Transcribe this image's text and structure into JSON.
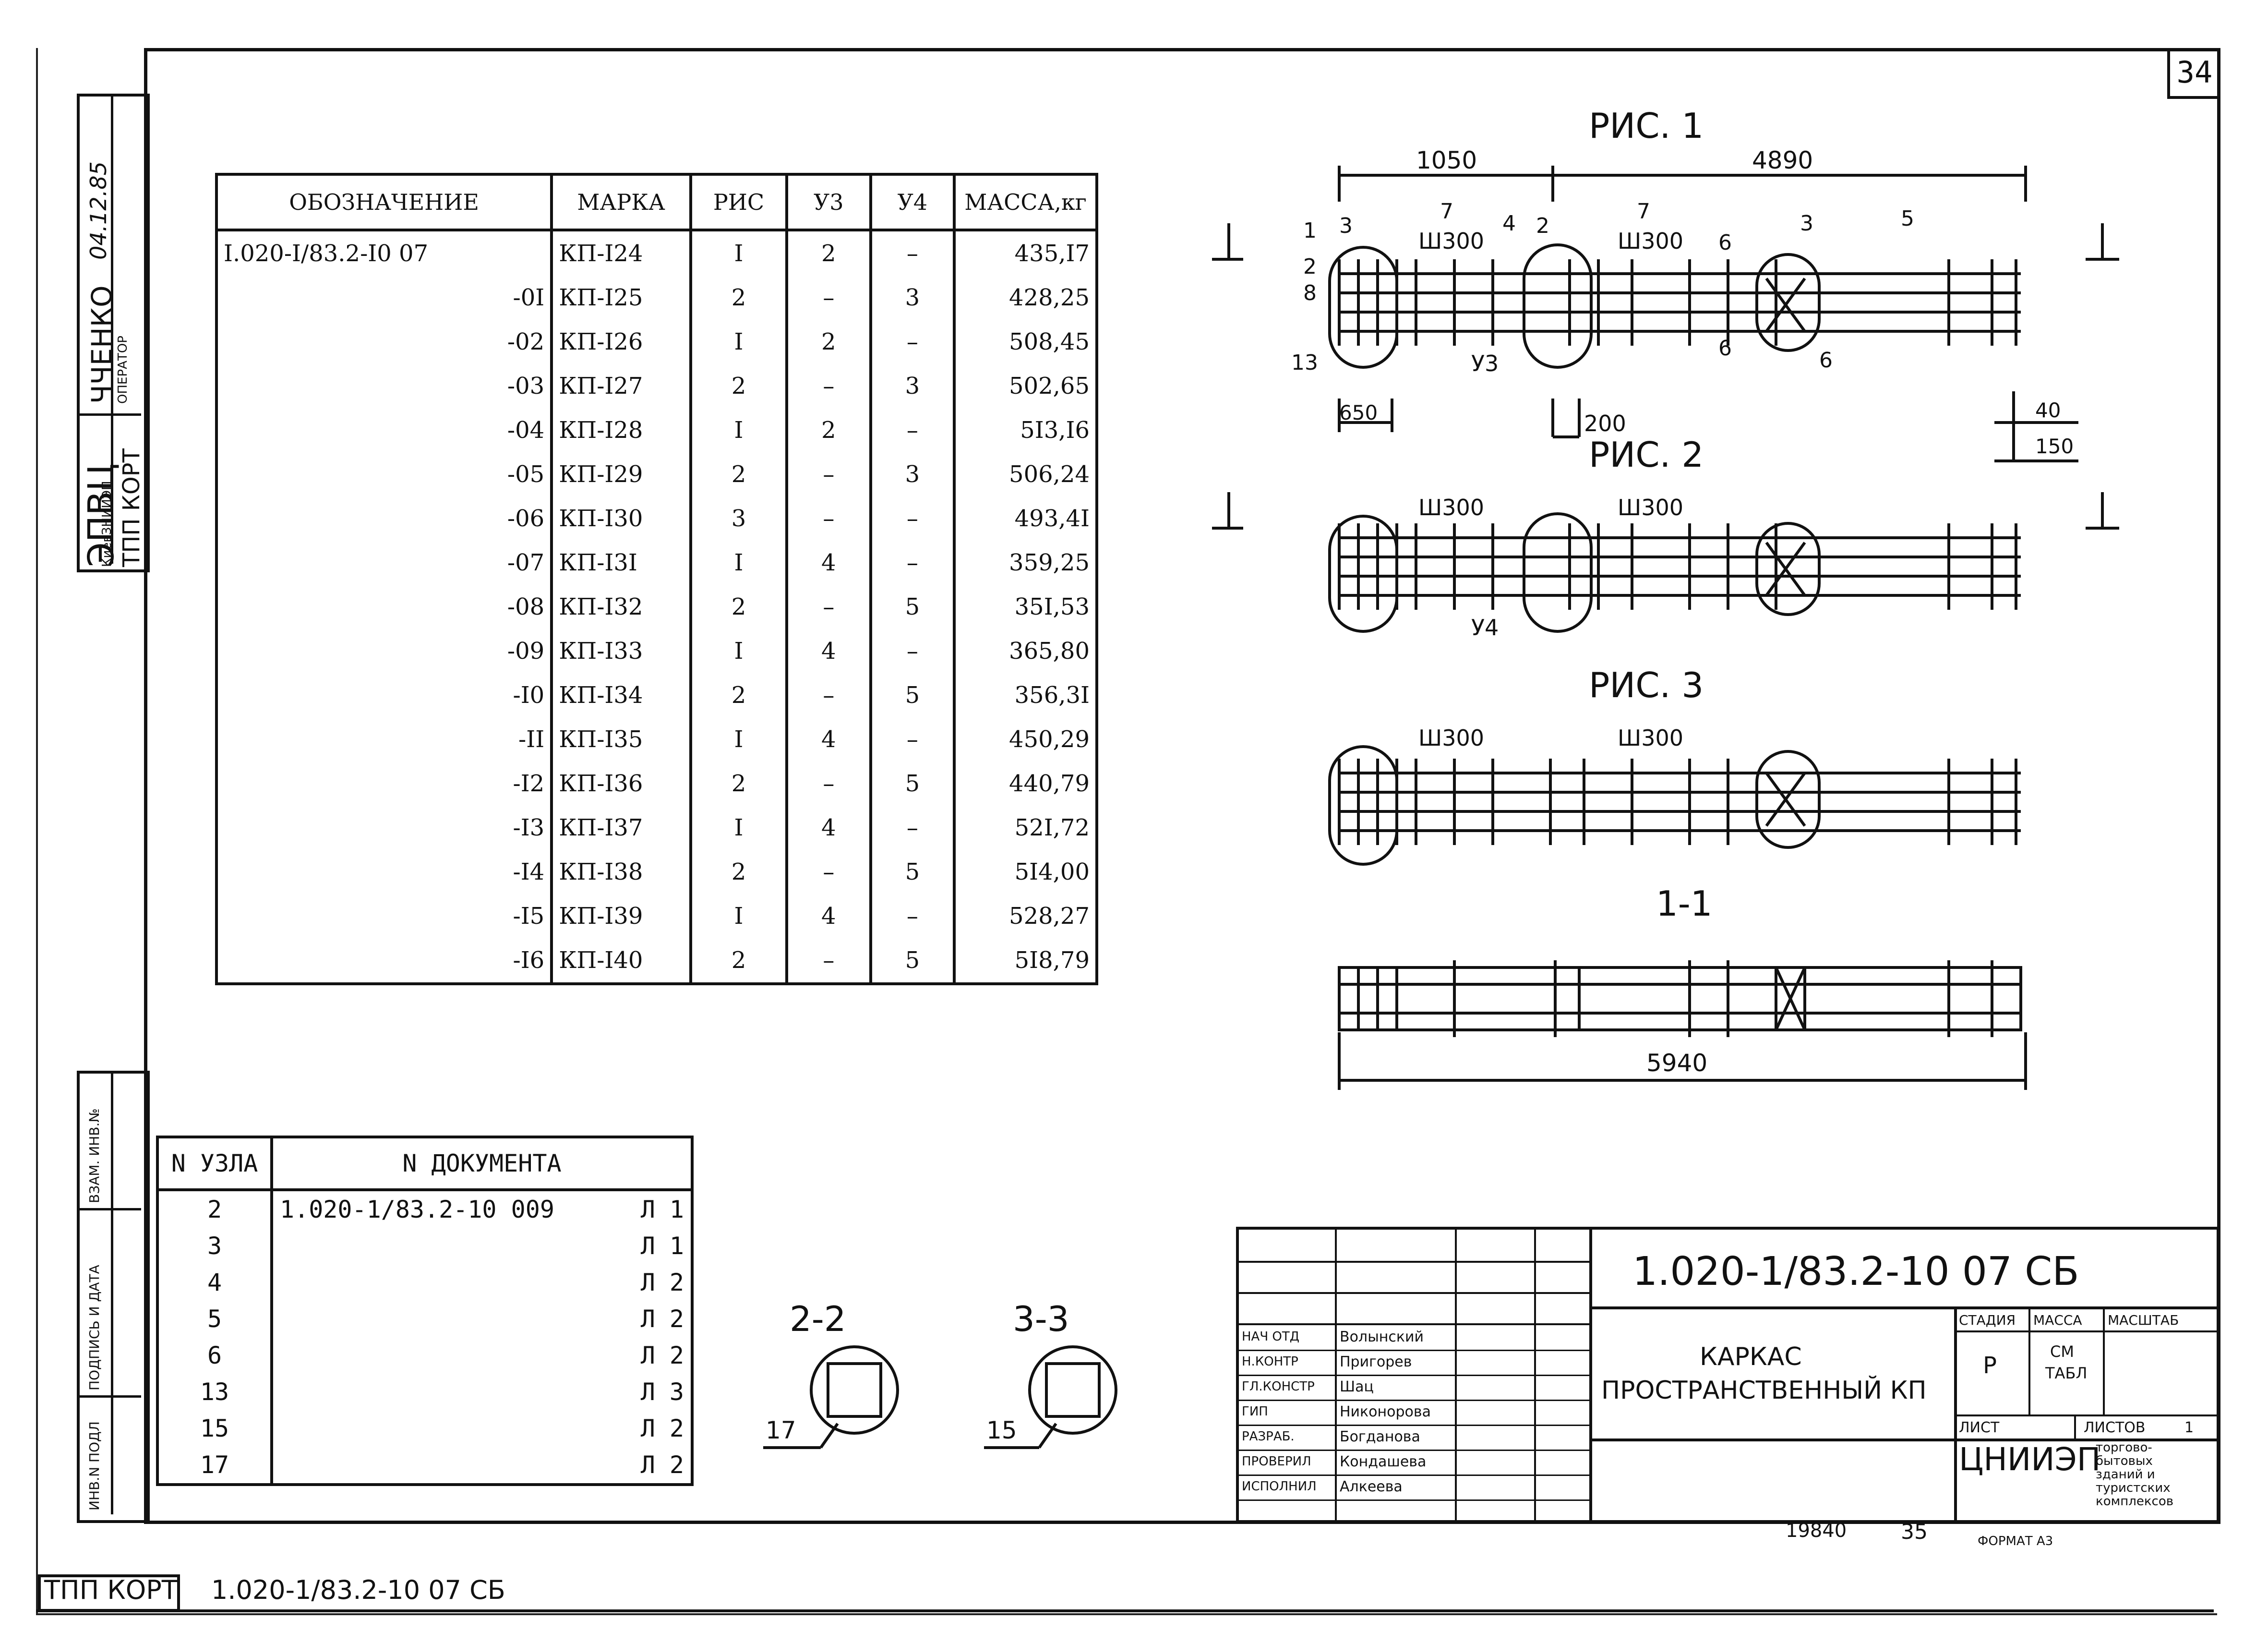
{
  "sheet_number": "34",
  "stamp": {
    "org": "ЭПВЦ",
    "org_sub": "КиевЗНИИЭП",
    "operator_label": "ОПЕРАТОР",
    "operator_name": "ЧЧЕНКО",
    "tp_label": "ТПП КОРТ",
    "date": "04.12.85"
  },
  "side_columns": [
    "ВЗАМ. ИНВ.№",
    "ПОДПИСЬ И ДАТА",
    "ИНВ.N ПОДЛ"
  ],
  "main_table": {
    "headers": [
      "ОБОЗНАЧЕНИЕ",
      "МАРКА",
      "РИС",
      "У3",
      "У4",
      "МАССА,кг"
    ],
    "rows": [
      [
        "I.020-I/83.2-I0 07",
        "КП-I24",
        "I",
        "2",
        "–",
        "435,I7"
      ],
      [
        "-0I",
        "КП-I25",
        "2",
        "–",
        "3",
        "428,25"
      ],
      [
        "-02",
        "КП-I26",
        "I",
        "2",
        "–",
        "508,45"
      ],
      [
        "-03",
        "КП-I27",
        "2",
        "–",
        "3",
        "502,65"
      ],
      [
        "-04",
        "КП-I28",
        "I",
        "2",
        "–",
        "5I3,I6"
      ],
      [
        "-05",
        "КП-I29",
        "2",
        "–",
        "3",
        "506,24"
      ],
      [
        "-06",
        "КП-I30",
        "3",
        "–",
        "–",
        "493,4I"
      ],
      [
        "-07",
        "КП-I3I",
        "I",
        "4",
        "–",
        "359,25"
      ],
      [
        "-08",
        "КП-I32",
        "2",
        "–",
        "5",
        "35I,53"
      ],
      [
        "-09",
        "КП-I33",
        "I",
        "4",
        "–",
        "365,80"
      ],
      [
        "-I0",
        "КП-I34",
        "2",
        "–",
        "5",
        "356,3I"
      ],
      [
        "-II",
        "КП-I35",
        "I",
        "4",
        "–",
        "450,29"
      ],
      [
        "-I2",
        "КП-I36",
        "2",
        "–",
        "5",
        "440,79"
      ],
      [
        "-I3",
        "КП-I37",
        "I",
        "4",
        "–",
        "52I,72"
      ],
      [
        "-I4",
        "КП-I38",
        "2",
        "–",
        "5",
        "5I4,00"
      ],
      [
        "-I5",
        "КП-I39",
        "I",
        "4",
        "–",
        "528,27"
      ],
      [
        "-I6",
        "КП-I40",
        "2",
        "–",
        "5",
        "5I8,79"
      ]
    ]
  },
  "node_table": {
    "headers": [
      "N УЗЛА",
      "N ДОКУМЕНТА"
    ],
    "rows": [
      [
        "2",
        "1.020-1/83.2-10 009",
        "Л 1"
      ],
      [
        "3",
        "",
        "Л 1"
      ],
      [
        "4",
        "",
        "Л 2"
      ],
      [
        "5",
        "",
        "Л 2"
      ],
      [
        "6",
        "",
        "Л 2"
      ],
      [
        "13",
        "",
        "Л 3"
      ],
      [
        "15",
        "",
        "Л 2"
      ],
      [
        "17",
        "",
        "Л 2"
      ]
    ]
  },
  "drawings": {
    "fig1_title": "РИС. 1",
    "fig2_title": "РИС. 2",
    "fig3_title": "РИС. 3",
    "section11_title": "1-1",
    "section22_title": "2-2",
    "section33_title": "3-3",
    "dim_1050": "1050",
    "dim_4890": "4890",
    "dim_650": "650",
    "dim_200": "200",
    "dim_40": "40",
    "dim_150": "150",
    "dim_5940": "5940",
    "sh300": "Ш300",
    "u3": "У3",
    "u4": "У4",
    "pos": [
      "1",
      "2",
      "3",
      "4",
      "5",
      "6",
      "7",
      "8",
      "13",
      "15",
      "17"
    ]
  },
  "title_block": {
    "doc_code": "1.020-1/83.2-10 07 СБ",
    "name_line1": "КАРКАС",
    "name_line2": "ПРОСТРАНСТВЕННЫЙ КП",
    "stage_label": "СТАДИЯ",
    "mass_label": "МАССА",
    "scale_label": "МАСШТАБ",
    "stage_value": "Р",
    "mass_value_1": "СМ",
    "mass_value_2": "ТАБЛ",
    "sheet_label": "ЛИСТ",
    "sheets_label": "ЛИСТОВ",
    "sheets_value": "1",
    "org": "ЦНИИЭП",
    "org_desc": [
      "торгово-",
      "бытовых",
      "зданий и",
      "туристских",
      "комплексов"
    ],
    "signers": [
      [
        "НАЧ ОТД",
        "Волынский"
      ],
      [
        "Н.КОНТР",
        "Пригорев"
      ],
      [
        "ГЛ.КОНСТР",
        "Шац"
      ],
      [
        "ГИП",
        "Никонорова"
      ],
      [
        "РАЗРАБ.",
        "Богданова"
      ],
      [
        "ПРОВЕРИЛ",
        "Кондашева"
      ],
      [
        "ИСПОЛНИЛ",
        "Алкеева"
      ]
    ]
  },
  "footer": {
    "inv": "19840",
    "num": "35",
    "format": "ФОРМАТ А3",
    "tp_label": "ТПП КОРТ",
    "code": "1.020-1/83.2-10 07 СБ"
  }
}
